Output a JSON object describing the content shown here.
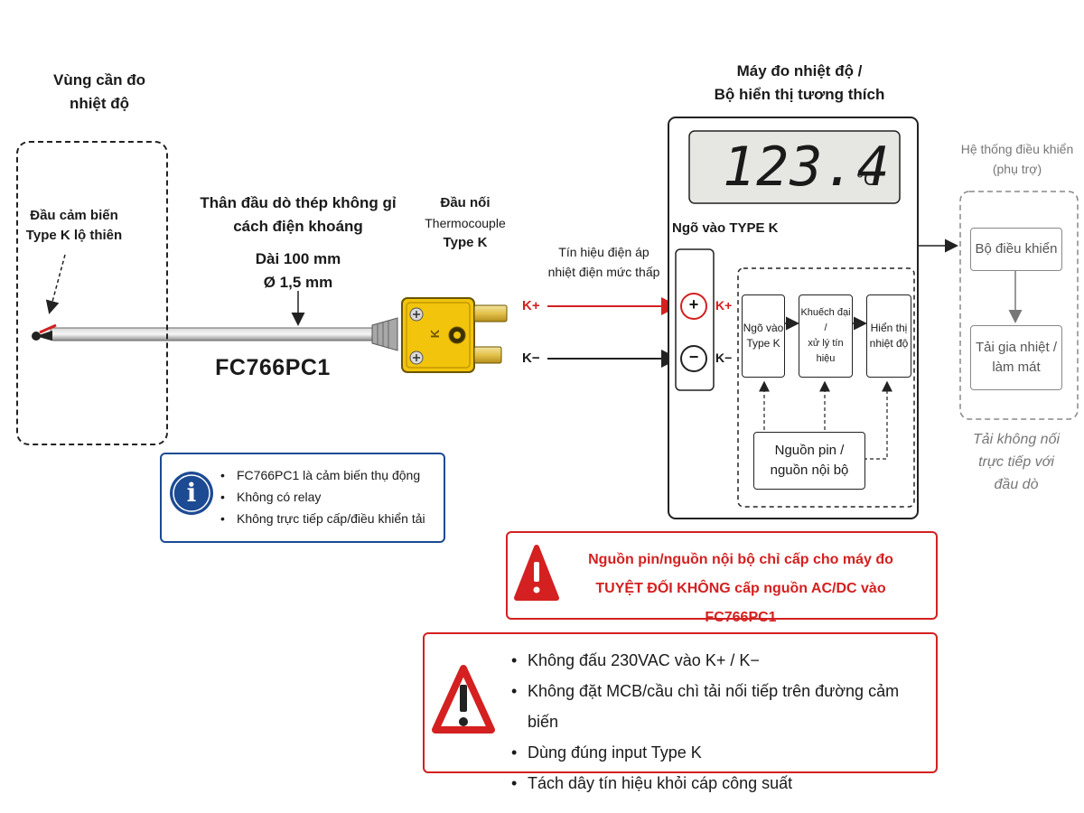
{
  "zone": {
    "title_l1": "Vùng cần đo",
    "title_l2": "nhiệt độ",
    "sensor_l1": "Đầu cảm biến",
    "sensor_l2": "Type K lộ thiên"
  },
  "probe": {
    "body_l1": "Thân đầu dò thép không gỉ",
    "body_l2": "cách điện khoáng",
    "length": "Dài 100 mm",
    "diameter": "Ø 1,5 mm",
    "model": "FC766PC1"
  },
  "connector": {
    "l1": "Đầu nối",
    "l2": "Thermocouple",
    "l3": "Type K",
    "k_mark": "K"
  },
  "signal": {
    "l1": "Tín hiệu điện áp",
    "l2": "nhiệt điện mức thấp",
    "kplus": "K+",
    "kminus": "K−"
  },
  "meter": {
    "title_l1": "Máy đo nhiệt độ /",
    "title_l2": "Bộ hiển thị tương thích",
    "reading": "123.4",
    "unit": "°C",
    "input_title": "Ngõ vào TYPE K",
    "plus_symbol": "+",
    "minus_symbol": "−",
    "kplus": "K+",
    "kminus": "K−",
    "block_input_l1": "Ngõ vào",
    "block_input_l2": "Type K",
    "block_amp_l1": "Khuếch đại /",
    "block_amp_l2": "xử lý tín hiệu",
    "block_display_l1": "Hiển thị",
    "block_display_l2": "nhiệt độ",
    "power_l1": "Nguồn pin /",
    "power_l2": "nguồn nội bộ"
  },
  "control": {
    "title_l1": "Hệ thống điều khiển",
    "title_l2": "(phụ trợ)",
    "controller": "Bộ điều khiển",
    "load_l1": "Tải gia nhiệt /",
    "load_l2": "làm mát",
    "note_l1": "Tải không nối",
    "note_l2": "trực tiếp với",
    "note_l3": "đầu dò"
  },
  "info": {
    "icon": "i",
    "items": [
      "FC766PC1 là cảm biến thụ động",
      "Không có relay",
      "Không trực tiếp cấp/điều khiển tải"
    ]
  },
  "warning1": {
    "l1": "Nguồn pin/nguồn nội bộ chỉ cấp cho máy đo",
    "l2": "TUYỆT ĐỐI KHÔNG cấp nguồn AC/DC vào FC766PC1"
  },
  "warning2": {
    "items": [
      "Không đấu 230VAC vào K+ / K−",
      "Không đặt MCB/cầu chì tải nối tiếp trên đường cảm biến",
      "Dùng đúng input Type K",
      "Tách dây tín hiệu khỏi cáp công suất"
    ]
  },
  "colors": {
    "red": "#d42020",
    "connector_yellow": "#f2c40c",
    "info_blue": "#1c4a93",
    "lcd_bg": "#e6e6e2"
  }
}
